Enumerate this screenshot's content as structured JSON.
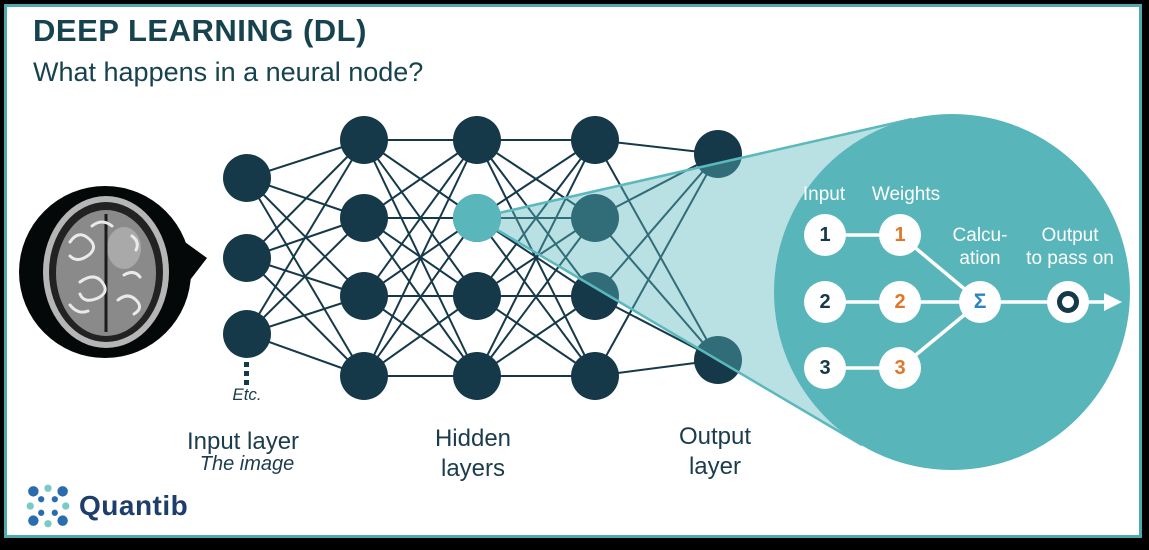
{
  "header": {
    "title": "DEEP LEARNING (DL)",
    "subtitle": "What happens in a neural node?"
  },
  "network": {
    "etc_label": "Etc.",
    "input_layer_label": "Input layer",
    "input_layer_sublabel": "The image",
    "hidden_layers_label_line1": "Hidden",
    "hidden_layers_label_line2": "layers",
    "output_layer_label_line1": "Output",
    "output_layer_label_line2": "layer",
    "layers": {
      "input_nodes": 3,
      "hidden_layer_nodes": [
        4,
        4,
        4
      ],
      "output_nodes": 2,
      "highlighted_node": "hidden layer 2, node 2"
    }
  },
  "zoom_detail": {
    "input_column_label": "Input",
    "weights_column_label": "Weights",
    "calculation_label_line1": "Calcu-",
    "calculation_label_line2": "ation",
    "output_label_line1": "Output",
    "output_label_line2": "to pass on",
    "input_values": [
      "1",
      "2",
      "3"
    ],
    "weight_values": [
      "1",
      "2",
      "3"
    ],
    "sum_symbol": "Σ"
  },
  "logo": {
    "text": "Quantib"
  },
  "colors": {
    "dark_navy": "#16394a",
    "title_navy": "#17434f",
    "zoom_circle_teal": "#58b6bb",
    "highlight_node_teal": "#59b7bc",
    "beam_fill": "rgba(88,182,187,0.42)",
    "weight_number_orange": "#e0762a",
    "sum_symbol_blue": "#2b84c4",
    "frame_inner_border_teal": "#4fa9ae",
    "logo_text_blue": "#1e3d6d",
    "logo_dot_blue": "#2a6cb0",
    "logo_dot_teal": "#79cbc7"
  }
}
